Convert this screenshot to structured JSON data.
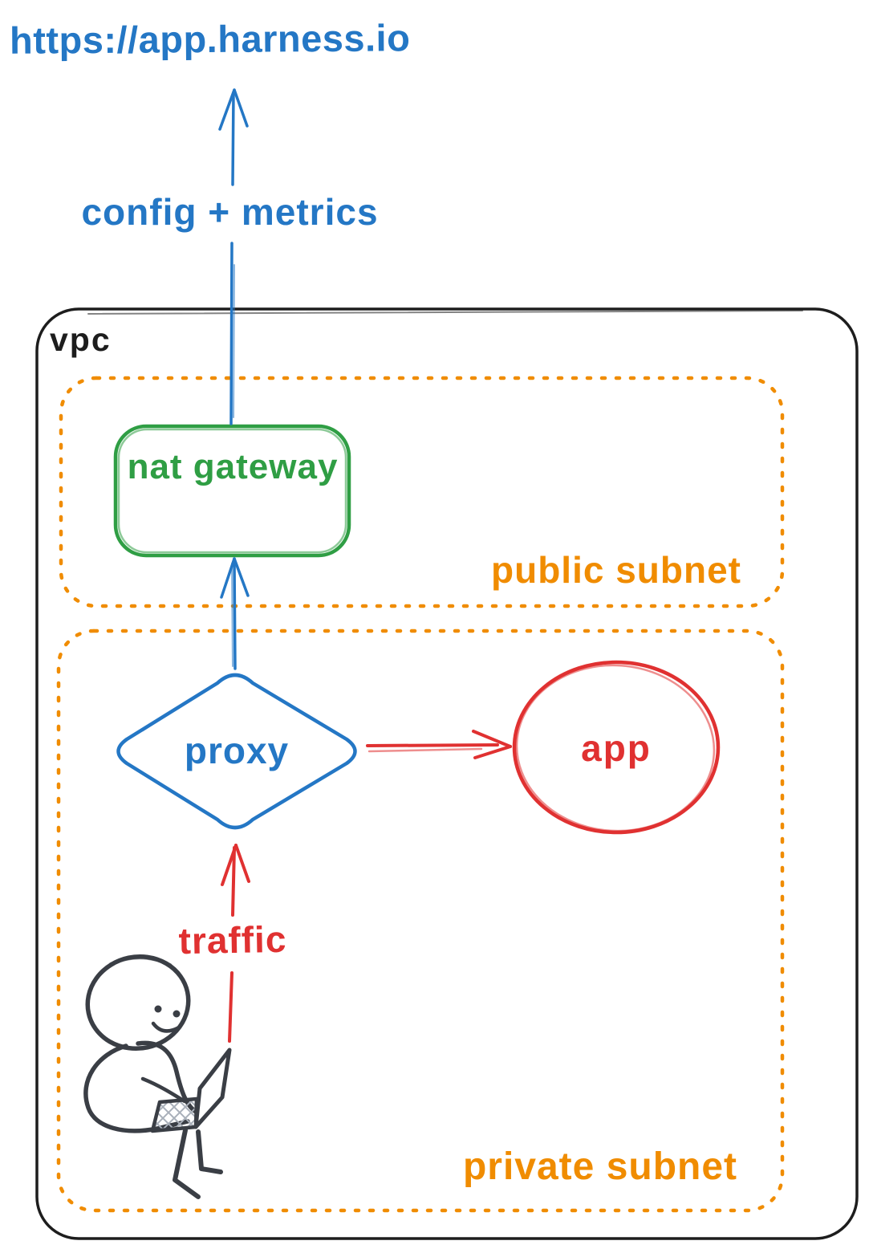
{
  "diagram": {
    "external_endpoint": {
      "url": "https://app.harness.io"
    },
    "edges": {
      "config_metrics_label": "config + metrics",
      "traffic_label": "traffic"
    },
    "vpc": {
      "label": "vpc",
      "public_subnet": {
        "label": "public subnet",
        "nat_gateway_label": "nat gateway"
      },
      "private_subnet": {
        "label": "private subnet",
        "proxy_label": "proxy",
        "app_label": "app"
      }
    },
    "icons": {
      "person": "person-with-laptop-icon"
    }
  },
  "colors": {
    "blue": "#2477c5",
    "green": "#2f9e44",
    "orange": "#f08c00",
    "red": "#e03131",
    "ink": "#1d1d1d",
    "person": "#3a3e45"
  }
}
